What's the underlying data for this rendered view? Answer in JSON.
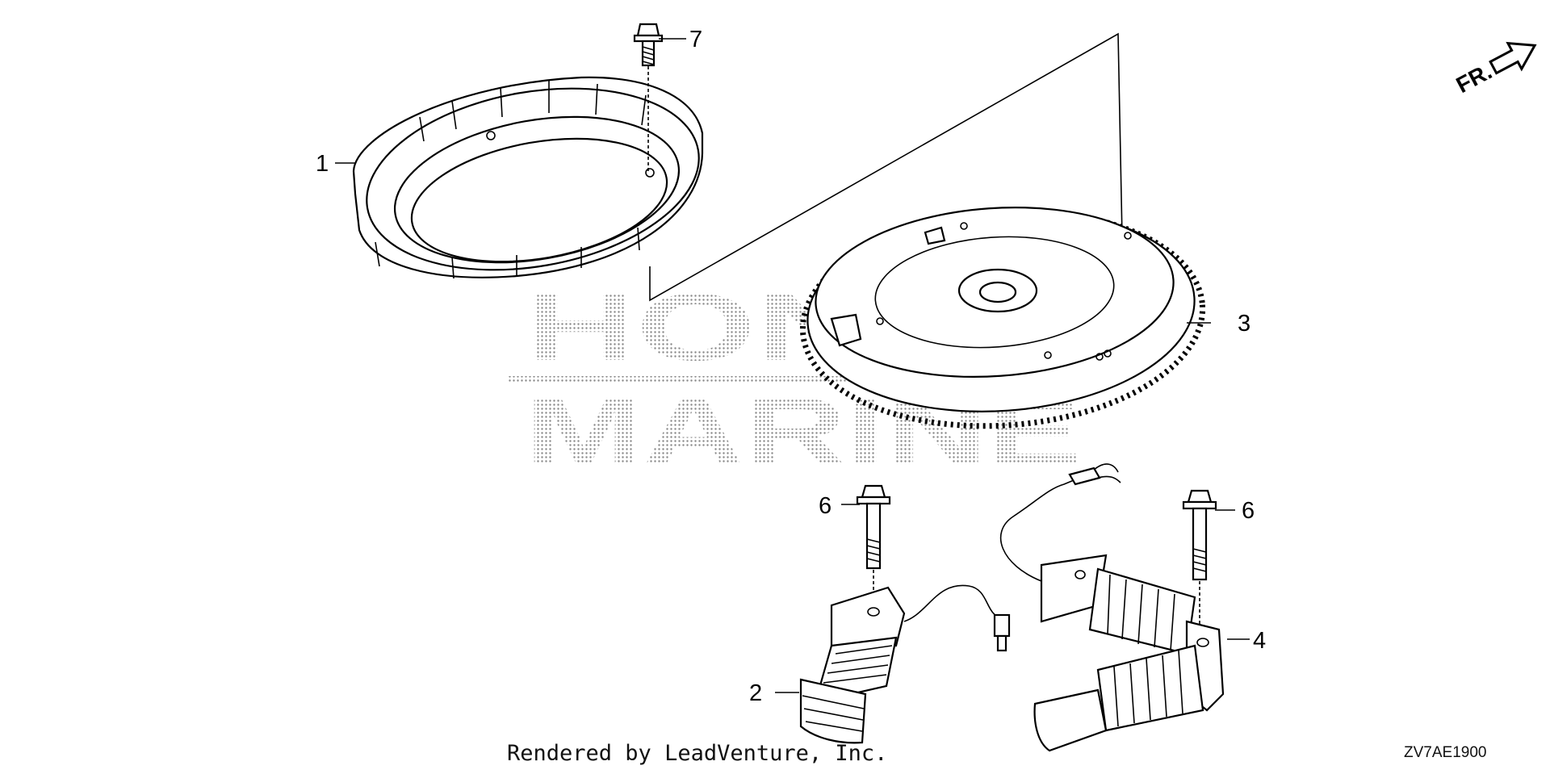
{
  "diagram": {
    "callouts": [
      {
        "id": "1",
        "label": "1"
      },
      {
        "id": "2",
        "label": "2"
      },
      {
        "id": "3",
        "label": "3"
      },
      {
        "id": "4",
        "label": "4"
      },
      {
        "id": "6a",
        "label": "6"
      },
      {
        "id": "6b",
        "label": "6"
      },
      {
        "id": "7",
        "label": "7"
      }
    ],
    "front_marker": "FR.",
    "watermark": [
      "HONDA",
      "MARINE"
    ],
    "credit": "Rendered by LeadVenture, Inc.",
    "diagram_code": "ZV7AE1900"
  }
}
